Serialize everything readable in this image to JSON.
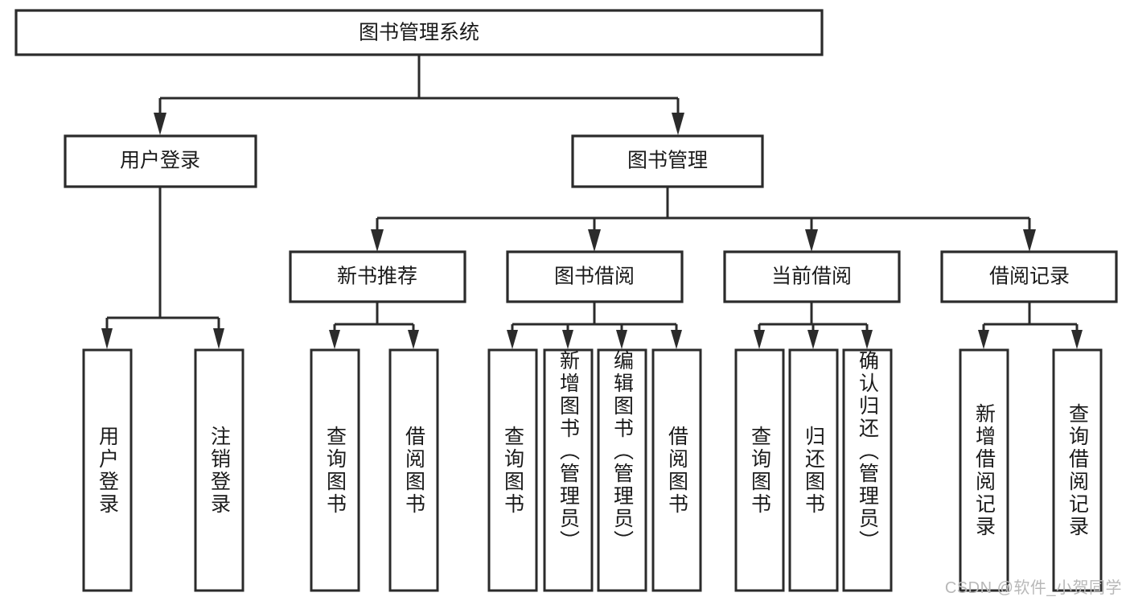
{
  "diagram": {
    "title_node": {
      "label": "图书管理系统"
    },
    "level2": [
      {
        "id": "user-login",
        "label": "用户登录"
      },
      {
        "id": "book-management",
        "label": "图书管理"
      }
    ],
    "level3": [
      {
        "id": "new-book-recommend",
        "label": "新书推荐",
        "parent": "book-management"
      },
      {
        "id": "book-borrow",
        "label": "图书借阅",
        "parent": "book-management"
      },
      {
        "id": "current-borrow",
        "label": "当前借阅",
        "parent": "book-management"
      },
      {
        "id": "borrow-record",
        "label": "借阅记录",
        "parent": "book-management"
      }
    ],
    "leaves": [
      {
        "id": "leaf-user-login",
        "label": "用户登录",
        "parent": "user-login"
      },
      {
        "id": "leaf-logout-login",
        "label": "注销登录",
        "parent": "user-login"
      },
      {
        "id": "leaf-query-book-1",
        "label": "查询图书",
        "parent": "new-book-recommend"
      },
      {
        "id": "leaf-borrow-book-1",
        "label": "借阅图书",
        "parent": "new-book-recommend"
      },
      {
        "id": "leaf-query-book-2",
        "label": "查询图书",
        "parent": "book-borrow"
      },
      {
        "id": "leaf-add-book",
        "label": "新增图书（管理员）",
        "parent": "book-borrow"
      },
      {
        "id": "leaf-edit-book",
        "label": "编辑图书（管理员）",
        "parent": "book-borrow"
      },
      {
        "id": "leaf-borrow-book-2",
        "label": "借阅图书",
        "parent": "book-borrow"
      },
      {
        "id": "leaf-query-book-3",
        "label": "查询图书",
        "parent": "current-borrow"
      },
      {
        "id": "leaf-return-book",
        "label": "归还图书",
        "parent": "current-borrow"
      },
      {
        "id": "leaf-confirm-return",
        "label": "确认归还（管理员）",
        "parent": "current-borrow"
      },
      {
        "id": "leaf-add-record",
        "label": "新增借阅记录",
        "parent": "borrow-record"
      },
      {
        "id": "leaf-query-record",
        "label": "查询借阅记录",
        "parent": "borrow-record"
      }
    ],
    "colors": {
      "stroke": "#2b2b2b",
      "fill": "#ffffff",
      "text": "#1a1a1a",
      "watermark": "#b8b8b8"
    }
  },
  "watermark": {
    "text": "CSDN @软件_小贺同学"
  }
}
